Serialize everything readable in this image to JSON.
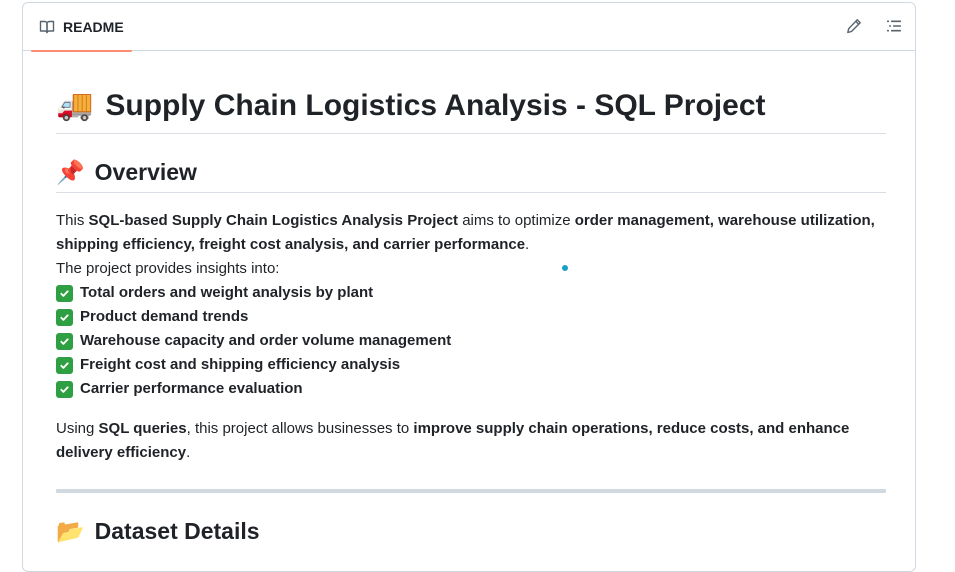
{
  "header": {
    "tab_label": "README"
  },
  "title": {
    "emoji": "🚚",
    "text": "Supply Chain Logistics Analysis - SQL Project"
  },
  "overview": {
    "emoji": "📌",
    "heading": "Overview",
    "intro": {
      "t1": "This ",
      "b1": "SQL-based Supply Chain Logistics Analysis Project",
      "t2": " aims to optimize ",
      "b2": "order management, warehouse utilization, shipping efficiency, freight cost analysis, and carrier performance",
      "t3": "."
    },
    "insights_lead": "The project provides insights into:",
    "items": [
      "Total orders and weight analysis by plant",
      "Product demand trends",
      "Warehouse capacity and order volume management",
      "Freight cost and shipping efficiency analysis",
      "Carrier performance evaluation"
    ],
    "closing": {
      "t1": "Using ",
      "b1": "SQL queries",
      "t2": ", this project allows businesses to ",
      "b2": "improve supply chain operations, reduce costs, and enhance delivery efficiency",
      "t3": "."
    }
  },
  "dataset": {
    "emoji": "📂",
    "heading": "Dataset Details"
  },
  "colors": {
    "tab_underline": "#fd8c73",
    "check_green": "#2ea043",
    "text": "#1f2328",
    "border": "#d1d9e0"
  }
}
